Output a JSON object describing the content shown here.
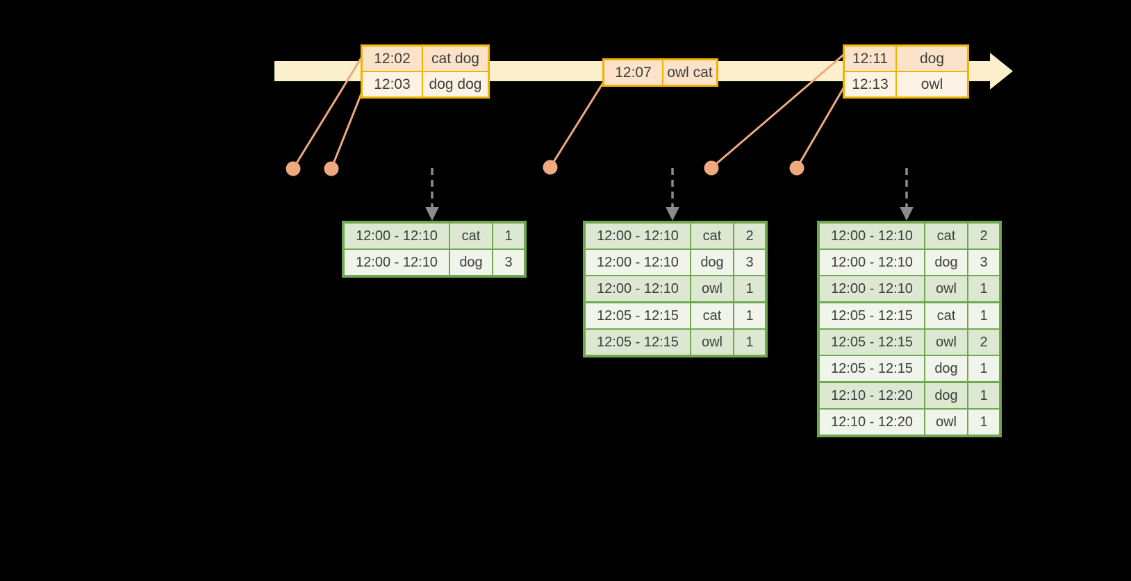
{
  "diagram": {
    "name": "windowed-grouped-aggregation-stream",
    "background_color": "#000000"
  },
  "colors": {
    "timeline_fill": "#fbf0cb",
    "event_table_border": "#f1b200",
    "event_row_fill_dark": "#fae3c8",
    "event_row_fill_light": "#fdf3e4",
    "connector_salmon": "#efa97e",
    "trigger_arrow_gray": "#8c8c8c",
    "result_table_border": "#6ea950",
    "result_row_fill_dark": "#dce8d2",
    "result_row_fill_light": "#f0f4eb",
    "text": "#3d3d3d"
  },
  "event_tables": [
    {
      "name": "events-batch-1",
      "rows": [
        {
          "time": "12:02",
          "words": "cat dog"
        },
        {
          "time": "12:03",
          "words": "dog dog"
        }
      ]
    },
    {
      "name": "events-batch-2",
      "rows": [
        {
          "time": "12:07",
          "words": "owl cat"
        }
      ]
    },
    {
      "name": "events-batch-3",
      "rows": [
        {
          "time": "12:11",
          "words": "dog"
        },
        {
          "time": "12:13",
          "words": "owl"
        }
      ]
    }
  ],
  "result_tables": [
    {
      "name": "windowed-counts-1",
      "rows": [
        {
          "window": "12:00 - 12:10",
          "word": "cat",
          "count": "1"
        },
        {
          "window": "12:00 - 12:10",
          "word": "dog",
          "count": "3"
        }
      ]
    },
    {
      "name": "windowed-counts-2",
      "rows": [
        {
          "window": "12:00 - 12:10",
          "word": "cat",
          "count": "2"
        },
        {
          "window": "12:00 - 12:10",
          "word": "dog",
          "count": "3"
        },
        {
          "window": "12:00 - 12:10",
          "word": "owl",
          "count": "1"
        },
        {
          "window": "12:05 - 12:15",
          "word": "cat",
          "count": "1"
        },
        {
          "window": "12:05 - 12:15",
          "word": "owl",
          "count": "1"
        }
      ]
    },
    {
      "name": "windowed-counts-3",
      "rows": [
        {
          "window": "12:00 - 12:10",
          "word": "cat",
          "count": "2"
        },
        {
          "window": "12:00 - 12:10",
          "word": "dog",
          "count": "3"
        },
        {
          "window": "12:00 - 12:10",
          "word": "owl",
          "count": "1"
        },
        {
          "window": "12:05 - 12:15",
          "word": "cat",
          "count": "1"
        },
        {
          "window": "12:05 - 12:15",
          "word": "owl",
          "count": "2"
        },
        {
          "window": "12:05 - 12:15",
          "word": "dog",
          "count": "1"
        },
        {
          "window": "12:10 - 12:20",
          "word": "dog",
          "count": "1"
        },
        {
          "window": "12:10 - 12:20",
          "word": "owl",
          "count": "1"
        }
      ]
    }
  ]
}
